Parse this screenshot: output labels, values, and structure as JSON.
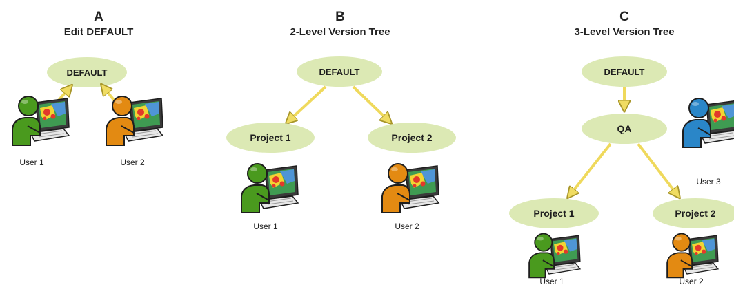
{
  "panels": [
    {
      "letter": "A",
      "title": "Edit DEFAULT"
    },
    {
      "letter": "B",
      "title": "2-Level Version Tree"
    },
    {
      "letter": "C",
      "title": "3-Level Version Tree"
    }
  ],
  "nodes": {
    "default": "DEFAULT",
    "project1": "Project 1",
    "project2": "Project 2",
    "qa": "QA"
  },
  "users": {
    "user1": "User 1",
    "user2": "User 2",
    "user3": "User 3"
  },
  "colors": {
    "node_fill": "#dce9b4",
    "arrow_fill": "#f2e06b",
    "arrow_stroke": "#a8962a",
    "user_green": "#4a9a1e",
    "user_orange": "#e38a12",
    "user_blue": "#2a86c8"
  }
}
